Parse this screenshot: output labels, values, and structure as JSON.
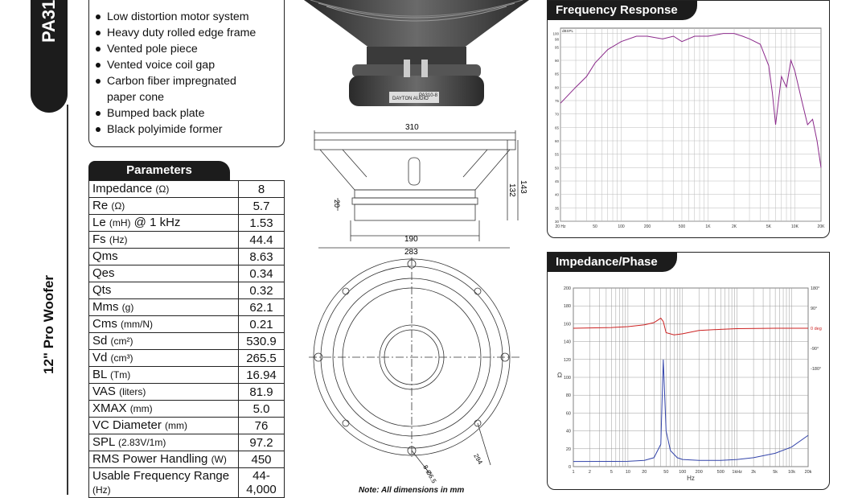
{
  "side": {
    "model_fragment": "PA31",
    "product_title": "12\" Pro Woofer"
  },
  "features": [
    "Low distortion motor system",
    "Heavy duty rolled edge frame",
    "Vented pole piece",
    "Vented voice coil gap",
    "Carbon fiber impregnated paper cone",
    "Bumped back plate",
    "Black polyimide former"
  ],
  "parameters": {
    "title": "Parameters",
    "rows": [
      {
        "name": "Impedance",
        "unit": "(Ω)",
        "extra": "",
        "value": "8"
      },
      {
        "name": "Re",
        "unit": "(Ω)",
        "extra": "",
        "value": "5.7"
      },
      {
        "name": "Le",
        "unit": "(mH)",
        "extra": "@ 1 kHz",
        "value": "1.53"
      },
      {
        "name": "Fs",
        "unit": "(Hz)",
        "extra": "",
        "value": "44.4"
      },
      {
        "name": "Qms",
        "unit": "",
        "extra": "",
        "value": "8.63"
      },
      {
        "name": "Qes",
        "unit": "",
        "extra": "",
        "value": "0.34"
      },
      {
        "name": "Qts",
        "unit": "",
        "extra": "",
        "value": "0.32"
      },
      {
        "name": "Mms",
        "unit": "(g)",
        "extra": "",
        "value": "62.1"
      },
      {
        "name": "Cms",
        "unit": "(mm/N)",
        "extra": "",
        "value": "0.21"
      },
      {
        "name": "Sd",
        "unit": "(cm²)",
        "extra": "",
        "value": "530.9"
      },
      {
        "name": "Vd",
        "unit": "(cm³)",
        "extra": "",
        "value": "265.5"
      },
      {
        "name": "BL",
        "unit": "(Tm)",
        "extra": "",
        "value": "16.94"
      },
      {
        "name": "VAS",
        "unit": "(liters)",
        "extra": "",
        "value": "81.9"
      },
      {
        "name": "XMAX",
        "unit": "(mm)",
        "extra": "",
        "value": "5.0"
      },
      {
        "name": "VC Diameter",
        "unit": "(mm)",
        "extra": "",
        "value": "76"
      },
      {
        "name": "SPL",
        "unit": "(2.83V/1m)",
        "extra": "",
        "value": "97.2"
      },
      {
        "name": "RMS Power Handling",
        "unit": "(W)",
        "extra": "",
        "value": "450"
      },
      {
        "name": "Usable Frequency Range",
        "unit": "(Hz)",
        "extra": "",
        "value": "44-4,000"
      }
    ]
  },
  "photo": {
    "label_brand": "DAYTON AUDIO",
    "label_model": "PA310-8"
  },
  "dimensions": {
    "overall_width": "310",
    "depth_total": "143",
    "depth_frame": "132",
    "flange": "20",
    "magnet_diameter": "190",
    "cutout": "283",
    "bolt_circle": "294",
    "mount_holes": "8-Ø6.5",
    "note": "Note:  All dimensions in mm"
  },
  "freq_response": {
    "title": "Frequency Response",
    "y_unit": "dBSPL",
    "y_ticks": [
      "100",
      "98",
      "95",
      "90",
      "85",
      "80",
      "75",
      "70",
      "65",
      "60",
      "55",
      "50",
      "45",
      "40",
      "35",
      "30"
    ],
    "x_ticks": [
      "20 Hz",
      "50",
      "100",
      "200",
      "500",
      "1K",
      "2K",
      "5K",
      "10K",
      "20K"
    ],
    "line_color": "#8b2a8b"
  },
  "impedance": {
    "title": "Impedance/Phase",
    "y_label": "Ω",
    "x_label": "Hz",
    "y_ticks": [
      "200",
      "180",
      "160",
      "140",
      "120",
      "100",
      "80",
      "60",
      "40",
      "20",
      "0"
    ],
    "phase_ticks": [
      "180°",
      "90°",
      "0 deg",
      "-90°",
      "-180°"
    ],
    "x_ticks": [
      "1",
      "2",
      "5",
      "10",
      "20",
      "50",
      "100",
      "200",
      "500",
      "1kHz",
      "2k",
      "5k",
      "10k",
      "20k"
    ],
    "impedance_color": "#3344aa",
    "phase_color": "#cc2222"
  },
  "chart_data": [
    {
      "type": "line",
      "title": "Frequency Response",
      "ylabel": "dBSPL",
      "xscale": "log",
      "xlim": [
        20,
        20000
      ],
      "ylim": [
        30,
        102
      ],
      "series": [
        {
          "x": [
            20,
            30,
            40,
            50,
            70,
            100,
            150,
            200,
            300,
            400,
            500,
            700,
            1000,
            1500,
            2000,
            2500,
            3000,
            4000,
            5000,
            5500,
            6000,
            7000,
            8000,
            9000,
            10000,
            12000,
            14000,
            16000,
            18000,
            20000
          ],
          "values": [
            74,
            80,
            84,
            89,
            94,
            97,
            99,
            99,
            98,
            99,
            97,
            99,
            99,
            100,
            100,
            99,
            98,
            96,
            88,
            78,
            66,
            84,
            80,
            90,
            86,
            75,
            66,
            68,
            60,
            50
          ]
        }
      ]
    },
    {
      "type": "line",
      "title": "Impedance/Phase",
      "xlabel": "Hz",
      "ylabel": "Ω",
      "xscale": "log",
      "xlim": [
        1,
        20000
      ],
      "ylim": [
        0,
        200
      ],
      "series": [
        {
          "x": [
            1,
            5,
            10,
            20,
            30,
            40,
            44.4,
            50,
            60,
            80,
            100,
            200,
            500,
            1000,
            2000,
            5000,
            10000,
            20000
          ],
          "values": [
            5.7,
            5.8,
            6,
            7,
            10,
            25,
            120,
            40,
            18,
            10,
            8,
            7,
            7,
            8,
            10,
            15,
            22,
            35
          ]
        },
        {
          "x": [
            1,
            5,
            10,
            20,
            30,
            40,
            44.4,
            50,
            70,
            100,
            200,
            500,
            1000,
            5000,
            10000,
            20000
          ],
          "values": [
            0,
            3,
            7,
            15,
            25,
            45,
            30,
            -20,
            -30,
            -25,
            -10,
            -5,
            -2,
            0,
            0,
            0
          ]
        }
      ]
    }
  ]
}
